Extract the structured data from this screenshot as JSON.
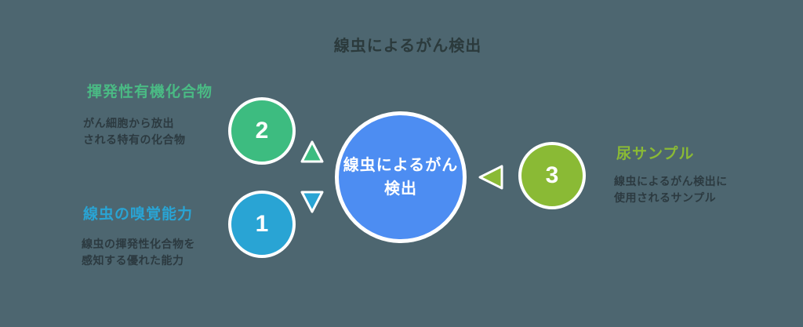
{
  "title": "線虫によるがん検出",
  "center": {
    "line1": "線虫によるがん",
    "line2": "検出",
    "color": "#4d8df2"
  },
  "steps": [
    {
      "number": "1",
      "heading": "線虫の嗅覚能力",
      "desc_line1": "線虫の揮発性化合物を",
      "desc_line2": "感知する優れた能力",
      "color": "#29a4d4"
    },
    {
      "number": "2",
      "heading": "揮発性有機化合物",
      "desc_line1": "がん細胞から放出",
      "desc_line2": "される特有の化合物",
      "color": "#3dbc80"
    },
    {
      "number": "3",
      "heading": "尿サンプル",
      "desc_line1": "線虫によるがん検出に",
      "desc_line2": "使用されるサンプル",
      "color": "#8aba35"
    }
  ],
  "icons": {
    "triangle_up": "▲",
    "triangle_down": "▼",
    "triangle_left": "◀"
  },
  "colors": {
    "background": "#4d6670",
    "dark_text": "#2c3a40",
    "circle_border": "#ffffff"
  }
}
